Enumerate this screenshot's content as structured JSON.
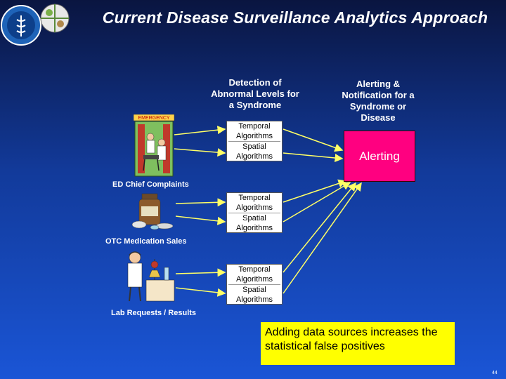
{
  "slide": {
    "title": "Current Disease Surveillance Analytics Approach",
    "page_number": "44"
  },
  "columns": {
    "detection_header": "Detection of Abnormal Levels for a Syndrome",
    "alerting_header": "Alerting & Notification for a Syndrome or Disease"
  },
  "algorithm_boxes": [
    {
      "line1": "Temporal",
      "line2": "Algorithms",
      "line3": "Spatial",
      "line4": "Algorithms"
    },
    {
      "line1": "Temporal",
      "line2": "Algorithms",
      "line3": "Spatial",
      "line4": "Algorithms"
    },
    {
      "line1": "Temporal",
      "line2": "Algorithms",
      "line3": "Spatial",
      "line4": "Algorithms"
    }
  ],
  "alert_box": {
    "label": "Alerting"
  },
  "sources": [
    {
      "label": "ED Chief Complaints",
      "sign_text": "EMERGENCY"
    },
    {
      "label": "OTC Medication Sales"
    },
    {
      "label": "Lab Requests / Results"
    }
  ],
  "callout": {
    "text": "Adding data sources increases the statistical false positives"
  },
  "colors": {
    "alert_fill": "#ff0080",
    "callout_fill": "#ffff00",
    "arrow_color": "#ffff66",
    "background_top": "#0a1540",
    "background_bottom": "#1a55d6"
  }
}
